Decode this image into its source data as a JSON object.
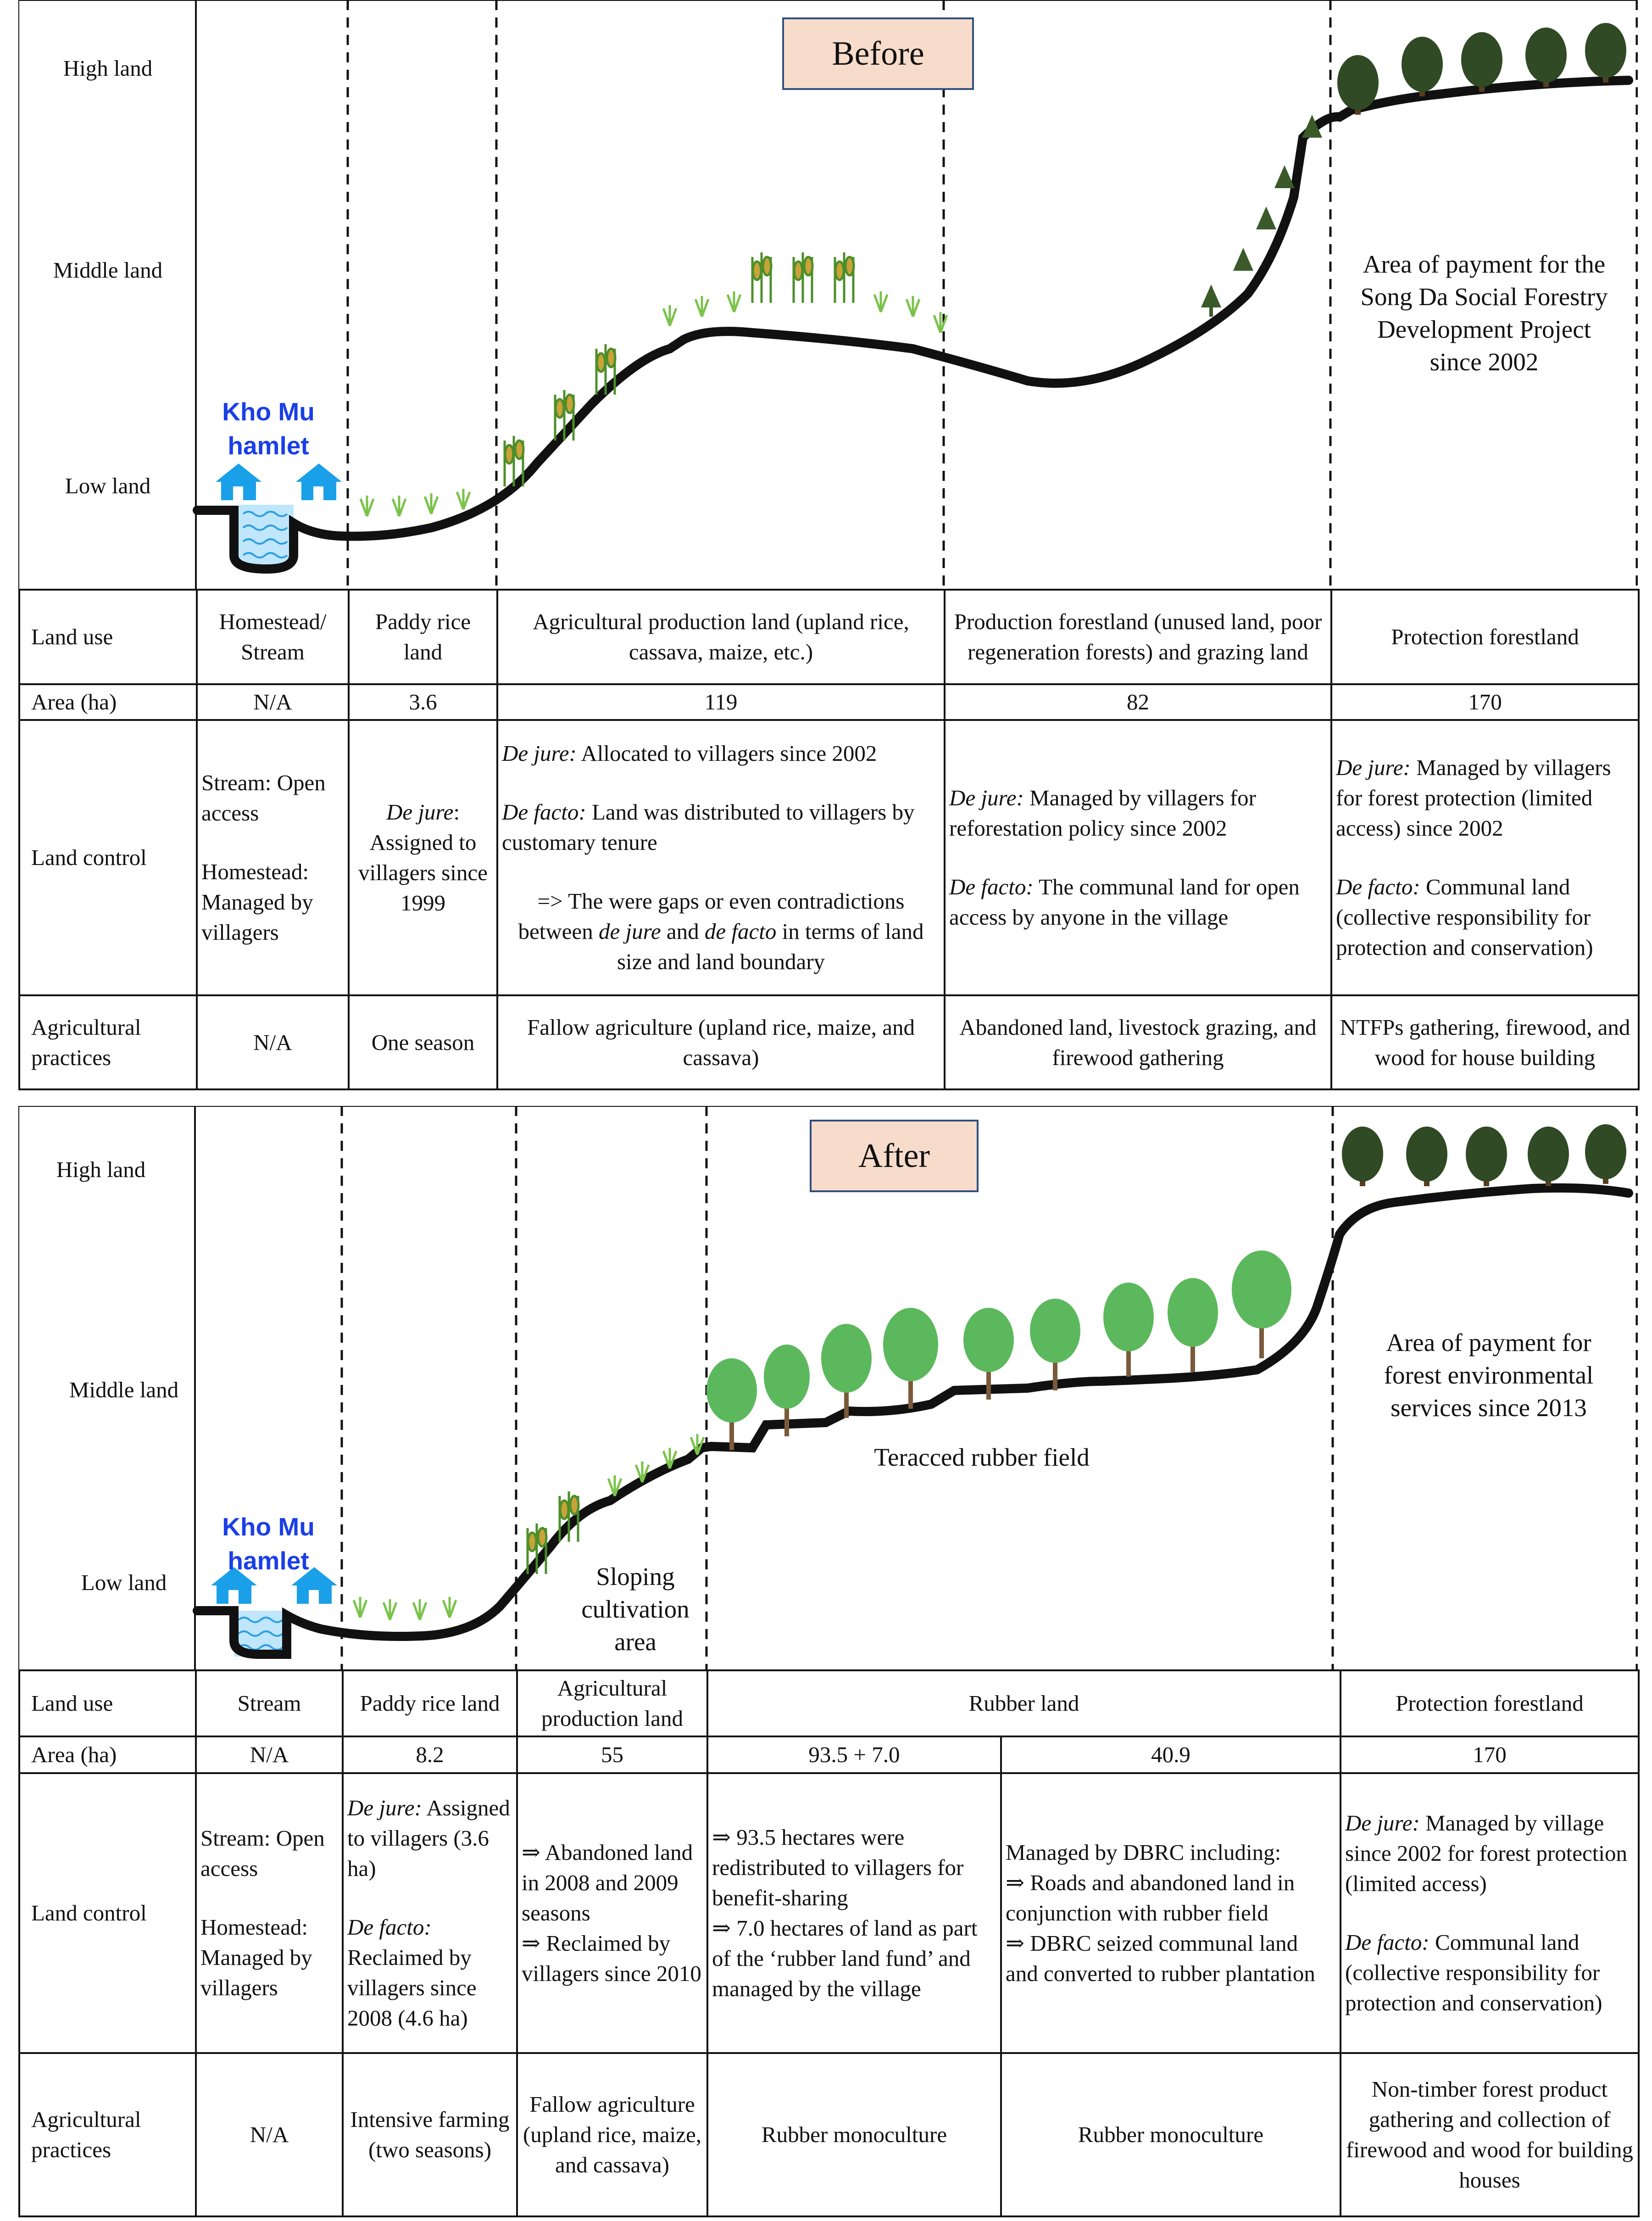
{
  "before": {
    "title": "Before",
    "zones": {
      "high": "High land",
      "middle": "Middle land",
      "low": "Low land"
    },
    "hamlet": "Kho Mu hamlet",
    "note": "Area of payment for the Song Da Social Forestry Development Project since 2002",
    "table": {
      "land_use": {
        "label": "Land use",
        "values": [
          "Homestead/ Stream",
          "Paddy rice land",
          "Agricultural production land (upland rice, cassava, maize, etc.)",
          "Production forestland (unused land, poor regeneration forests) and grazing land",
          "Protection forestland"
        ]
      },
      "area": {
        "label": "Area (ha)",
        "values": [
          "N/A",
          "3.6",
          "119",
          "82",
          "170"
        ]
      },
      "land_control": {
        "label": "Land control",
        "c1a": "Stream: Open access",
        "c1b": "Homestead: Managed by villagers",
        "c2_italic": "De jure",
        "c2_text": ": Assigned to villagers since 1999",
        "c3_p1_italic": "De jure:",
        "c3_p1_text": " Allocated to villagers since 2002",
        "c3_p2_italic": "De facto:",
        "c3_p2_text": " Land was distributed to villagers by customary tenure",
        "c3_p3_a": "=> The were gaps or even contradictions between ",
        "c3_p3_i1": "de jure",
        "c3_p3_b": " and ",
        "c3_p3_i2": "de facto",
        "c3_p3_c": " in terms of land size and land boundary",
        "c4_p1_italic": "De jure:",
        "c4_p1_text": " Managed by villagers for reforestation policy since 2002",
        "c4_p2_italic": "De facto:",
        "c4_p2_text": " The communal land for open access by anyone in the village",
        "c5_p1_italic": "De jure:",
        "c5_p1_text": " Managed by villagers for forest protection (limited access) since 2002",
        "c5_p2_italic": "De facto:",
        "c5_p2_text": " Communal land (collective responsibility for protection and conservation)"
      },
      "practices": {
        "label": "Agricultural practices",
        "values": [
          "N/A",
          "One season",
          "Fallow agriculture (upland rice, maize, and cassava)",
          "Abandoned land, livestock grazing, and firewood gathering",
          "NTFPs gathering, firewood, and wood for house building"
        ]
      }
    }
  },
  "after": {
    "title": "After",
    "zones": {
      "high": "High land",
      "middle": "Middle land",
      "low": "Low land"
    },
    "hamlet": "Kho Mu hamlet",
    "note": "Area of payment for forest environmental services since 2013",
    "rubber_label": "Teracced rubber field",
    "sloping_label": "Sloping cultivation area",
    "table": {
      "land_use": {
        "label": "Land use",
        "values": [
          "Stream",
          "Paddy rice land",
          "Agricultural production land",
          "Rubber land",
          "Protection forestland"
        ]
      },
      "area": {
        "label": "Area (ha)",
        "values": [
          "N/A",
          "8.2",
          "55",
          "93.5 + 7.0",
          "40.9",
          "170"
        ]
      },
      "land_control": {
        "label": "Land control",
        "c1a": "Stream: Open access",
        "c1b": "Homestead: Managed by villagers",
        "c2_p1_italic": "De jure:",
        "c2_p1_text": " Assigned to villagers (3.6 ha)",
        "c2_p2_italic": "De facto:",
        "c2_p2_text": " Reclaimed by villagers since 2008 (4.6 ha)",
        "c3_items": [
          "⇒ Abandoned land in 2008 and 2009 seasons",
          "⇒ Reclaimed by villagers since 2010"
        ],
        "c4_items": [
          "⇒ 93.5 hectares were redistributed to villagers for benefit-sharing",
          "⇒ 7.0 hectares of land as part of the ‘rubber land fund’ and managed by the village"
        ],
        "c5_head": "Managed by DBRC including:",
        "c5_items": [
          "⇒ Roads and abandoned land in conjunction with rubber field",
          "⇒ DBRC seized communal land and converted to rubber plantation"
        ],
        "c6_p1_italic": "De jure:",
        "c6_p1_text": " Managed by village since 2002 for forest protection (limited access)",
        "c6_p2_italic": "De facto:",
        "c6_p2_text": " Communal land (collective responsibility for protection and conservation)"
      },
      "practices": {
        "label": "Agricultural practices",
        "values": [
          "N/A",
          "Intensive farming (two seasons)",
          "Fallow agriculture (upland rice, maize, and cassava)",
          "Rubber monoculture",
          "Rubber monoculture",
          "Non-timber forest product gathering and collection of firewood and wood for building houses"
        ]
      }
    }
  }
}
